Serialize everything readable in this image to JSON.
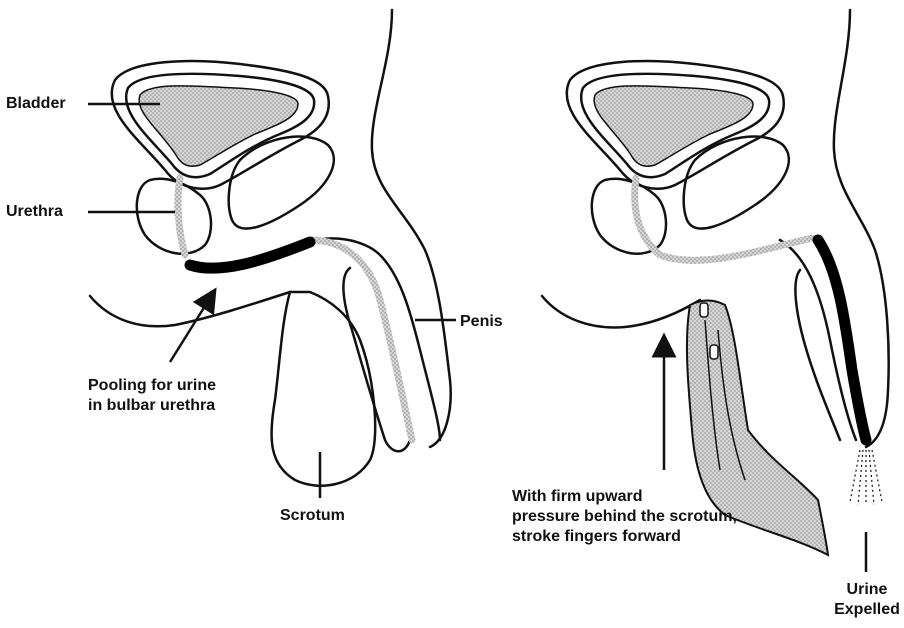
{
  "left_panel": {
    "labels": {
      "bladder": "Bladder",
      "urethra": "Urethra",
      "penis": "Penis",
      "pooling": "Pooling for urine\nin bulbar urethra",
      "scrotum": "Scrotum"
    }
  },
  "right_panel": {
    "labels": {
      "instruction": "With firm upward\npressure behind the scrotum,\nstroke fingers forward",
      "urine": "Urine\nExpelled"
    }
  },
  "colors": {
    "outline": "#111111",
    "fill_tissue": "#c8c8c8",
    "urethra_pool": "#000000",
    "background": "#ffffff"
  }
}
